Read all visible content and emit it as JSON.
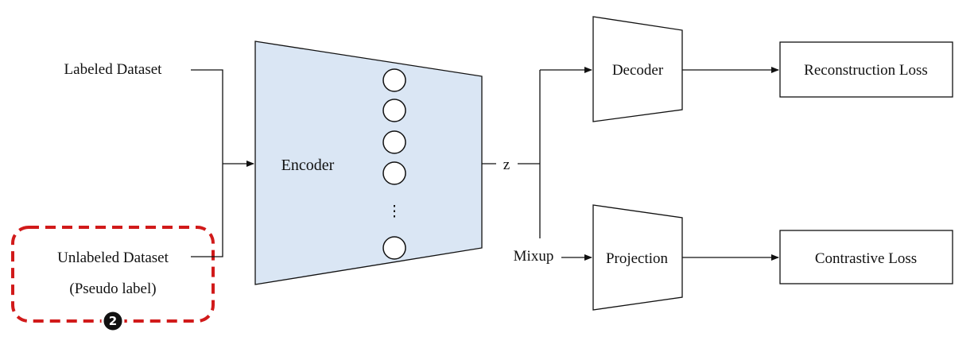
{
  "inputs": {
    "labeled": "Labeled Dataset",
    "unlabeled": "Unlabeled Dataset",
    "pseudo": "(Pseudo label)"
  },
  "encoder": {
    "label": "Encoder",
    "ellipsis": "⋮"
  },
  "latent": {
    "label": "z"
  },
  "mixup": {
    "label": "Mixup"
  },
  "decoder": {
    "label": "Decoder"
  },
  "projection": {
    "label": "Projection"
  },
  "losses": {
    "reconstruction": "Reconstruction Loss",
    "contrastive": "Contrastive Loss"
  },
  "badge": {
    "number": "2"
  },
  "colors": {
    "encoder_fill": "#dae6f4",
    "line": "#111111",
    "highlight": "#d11a1a",
    "background": "#ffffff"
  }
}
